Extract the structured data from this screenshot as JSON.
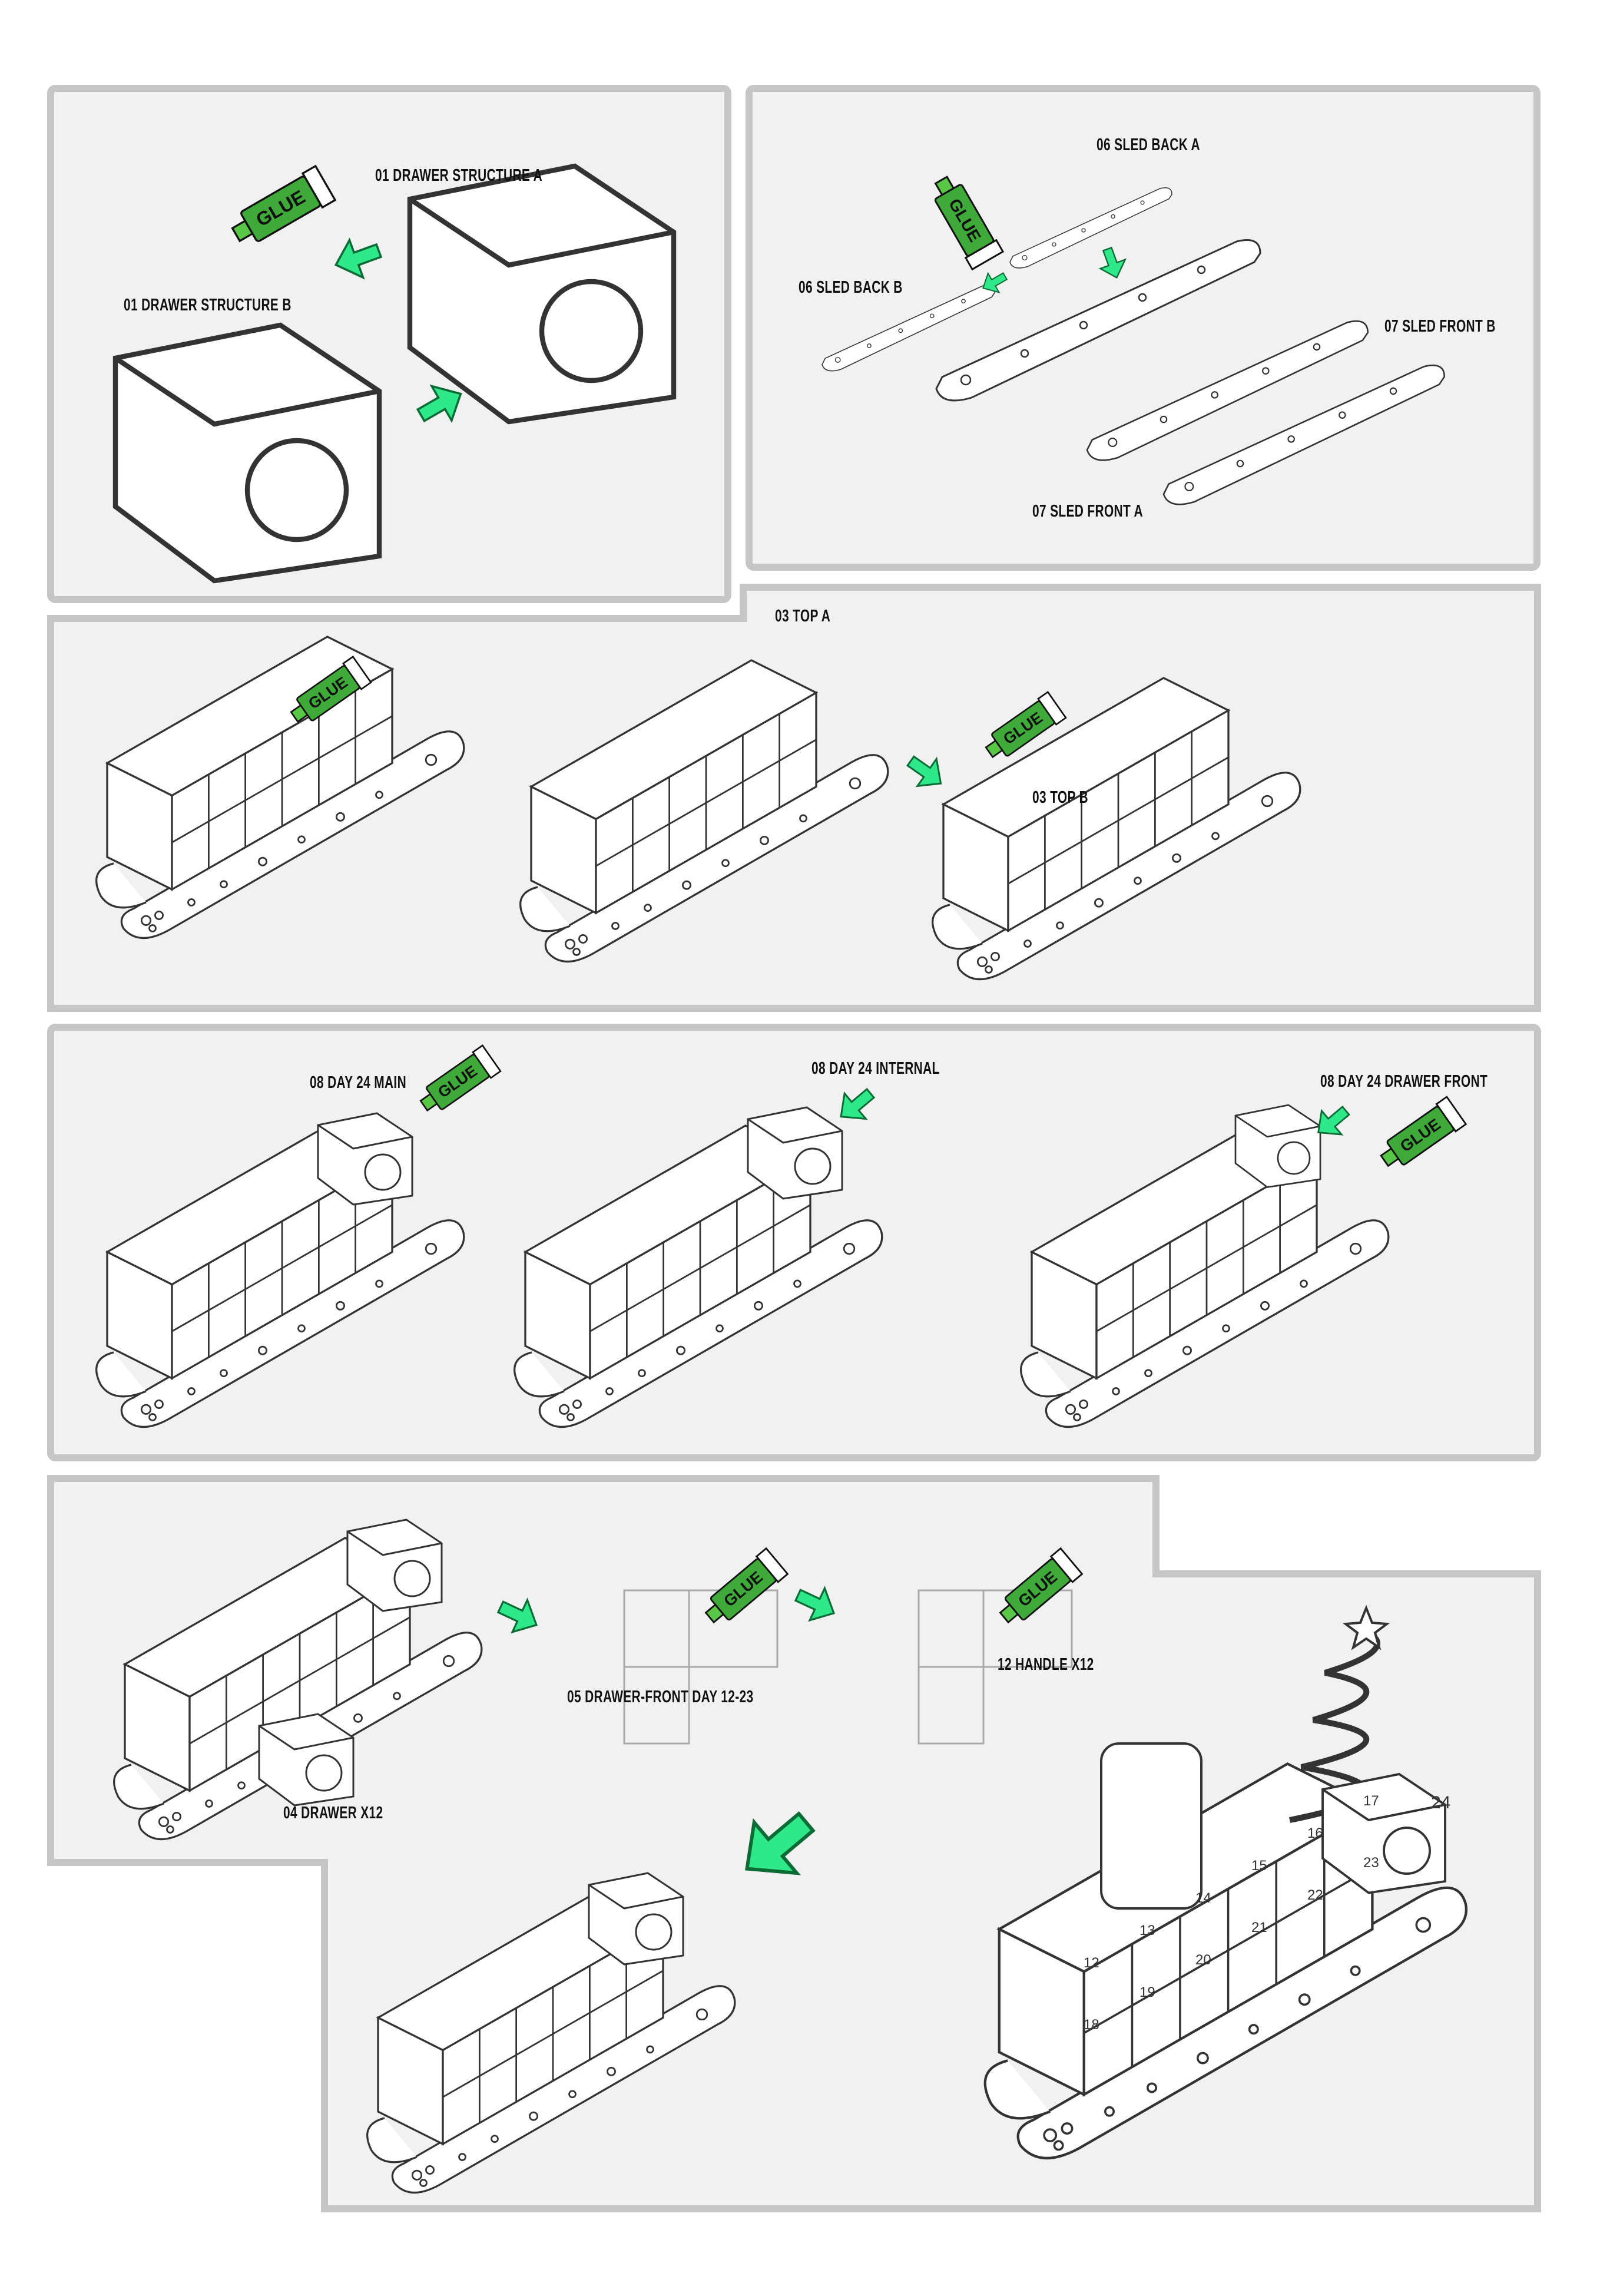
{
  "colors": {
    "panel_fill": "#f1f1f1",
    "panel_border": "#c6c6c6",
    "arrow_green": "#2ee88a",
    "glue_green": "#3faa3a",
    "line": "#333333"
  },
  "glue_label": "GLUE",
  "steps": [
    {
      "panel": "drawer-structure",
      "labels": [
        "01 DRAWER STRUCTURE A",
        "01 DRAWER STRUCTURE B"
      ]
    },
    {
      "panel": "sled",
      "labels": [
        "06 SLED BACK A",
        "06 SLED BACK B",
        "07 SLED FRONT B",
        "07 SLED FRONT A"
      ]
    },
    {
      "panel": "top",
      "labels": [
        "03 TOP A",
        "03 TOP B"
      ]
    },
    {
      "panel": "day-24",
      "labels": [
        "08 DAY 24 MAIN",
        "08 DAY 24 INTERNAL",
        "08 DAY 24 DRAWER FRONT"
      ]
    },
    {
      "panel": "drawers",
      "labels": [
        "05 DRAWER-FRONT DAY 12-23",
        "12 HANDLE X12",
        "04 DRAWER X12"
      ]
    }
  ],
  "final": {
    "day_numbers": [
      "12",
      "13",
      "14",
      "15",
      "16",
      "17",
      "18",
      "19",
      "20",
      "21",
      "22",
      "23",
      "24"
    ]
  }
}
